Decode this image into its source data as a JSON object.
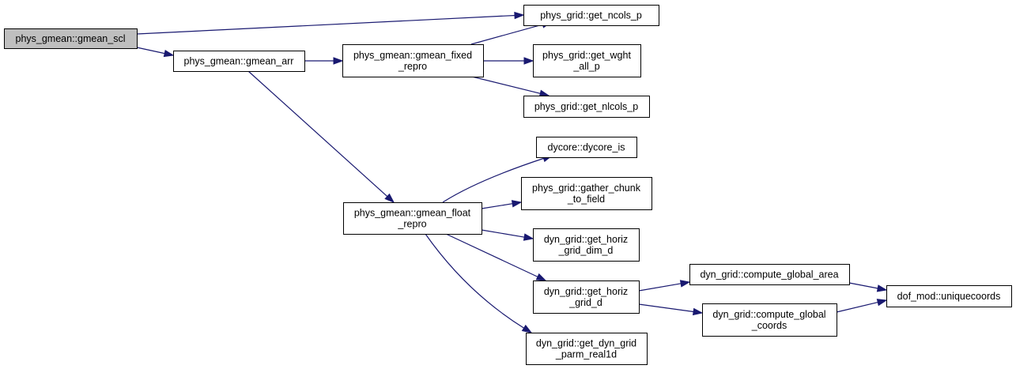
{
  "nodes": [
    {
      "id": "gmean_scl",
      "lines": [
        "phys_gmean::gmean_scl"
      ],
      "root": true
    },
    {
      "id": "gmean_arr",
      "lines": [
        "phys_gmean::gmean_arr"
      ]
    },
    {
      "id": "gmean_fixed_repro",
      "lines": [
        "phys_gmean::gmean_fixed",
        "_repro"
      ]
    },
    {
      "id": "get_ncols_p",
      "lines": [
        "phys_grid::get_ncols_p"
      ]
    },
    {
      "id": "get_wght_all_p",
      "lines": [
        "phys_grid::get_wght",
        "_all_p"
      ]
    },
    {
      "id": "get_nlcols_p",
      "lines": [
        "phys_grid::get_nlcols_p"
      ]
    },
    {
      "id": "gmean_float_repro",
      "lines": [
        "phys_gmean::gmean_float",
        "_repro"
      ]
    },
    {
      "id": "dycore_is",
      "lines": [
        "dycore::dycore_is"
      ]
    },
    {
      "id": "gather_chunk_to_field",
      "lines": [
        "phys_grid::gather_chunk",
        "_to_field"
      ]
    },
    {
      "id": "get_horiz_grid_dim_d",
      "lines": [
        "dyn_grid::get_horiz",
        "_grid_dim_d"
      ]
    },
    {
      "id": "get_horiz_grid_d",
      "lines": [
        "dyn_grid::get_horiz",
        "_grid_d"
      ]
    },
    {
      "id": "get_dyn_grid_parm_real1d",
      "lines": [
        "dyn_grid::get_dyn_grid",
        "_parm_real1d"
      ]
    },
    {
      "id": "compute_global_area",
      "lines": [
        "dyn_grid::compute_global_area"
      ]
    },
    {
      "id": "compute_global_coords",
      "lines": [
        "dyn_grid::compute_global",
        "_coords"
      ]
    },
    {
      "id": "uniquecoords",
      "lines": [
        "dof_mod::uniquecoords"
      ]
    }
  ],
  "edges": [
    [
      "gmean_scl",
      "get_ncols_p"
    ],
    [
      "gmean_scl",
      "gmean_arr"
    ],
    [
      "gmean_arr",
      "gmean_fixed_repro"
    ],
    [
      "gmean_arr",
      "gmean_float_repro"
    ],
    [
      "gmean_fixed_repro",
      "get_ncols_p"
    ],
    [
      "gmean_fixed_repro",
      "get_wght_all_p"
    ],
    [
      "gmean_fixed_repro",
      "get_nlcols_p"
    ],
    [
      "gmean_float_repro",
      "dycore_is"
    ],
    [
      "gmean_float_repro",
      "gather_chunk_to_field"
    ],
    [
      "gmean_float_repro",
      "get_horiz_grid_dim_d"
    ],
    [
      "gmean_float_repro",
      "get_horiz_grid_d"
    ],
    [
      "gmean_float_repro",
      "get_dyn_grid_parm_real1d"
    ],
    [
      "get_horiz_grid_d",
      "compute_global_area"
    ],
    [
      "get_horiz_grid_d",
      "compute_global_coords"
    ],
    [
      "compute_global_area",
      "uniquecoords"
    ],
    [
      "compute_global_coords",
      "uniquecoords"
    ]
  ],
  "colors": {
    "edge": "#191970",
    "root_fill": "#bfbfbf",
    "node_fill": "#ffffff",
    "node_border": "#000000"
  }
}
